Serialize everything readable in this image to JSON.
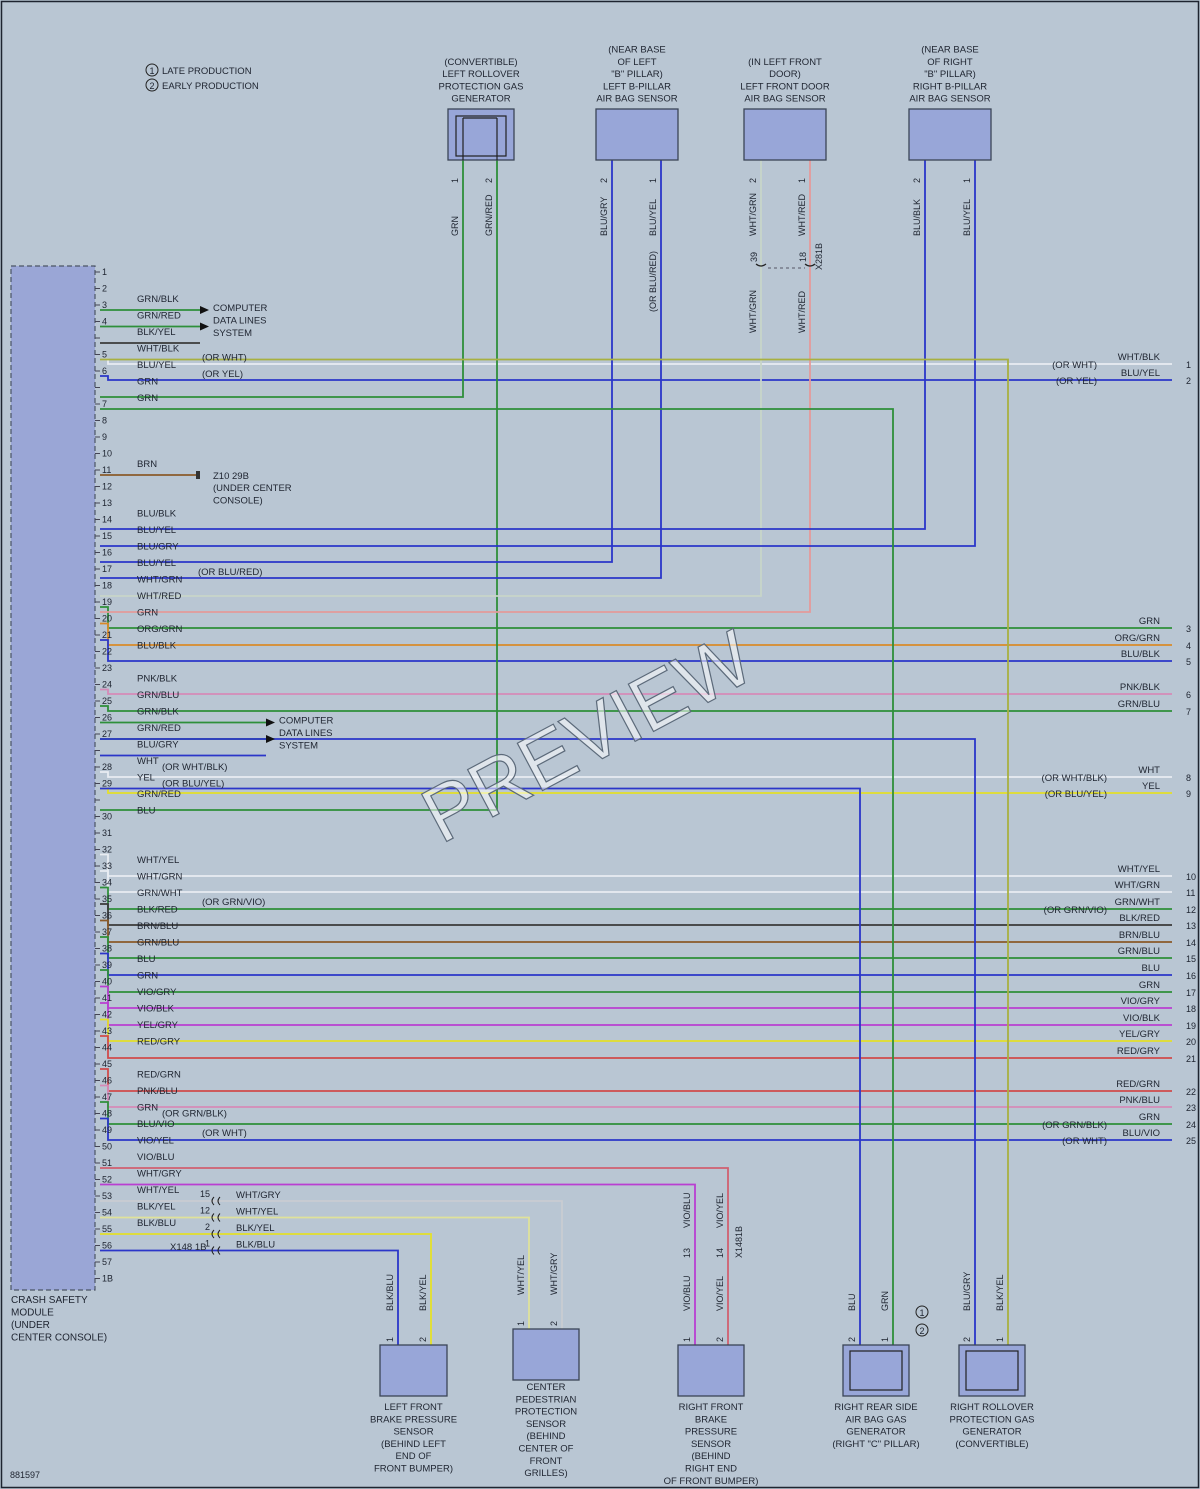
{
  "legend": [
    {
      "num": "1",
      "text": "LATE PRODUCTION"
    },
    {
      "num": "2",
      "text": "EARLY PRODUCTION"
    }
  ],
  "module": {
    "label": [
      "CRASH SAFETY",
      "MODULE",
      "(UNDER",
      "CENTER CONSOLE)"
    ]
  },
  "diagram_id": "881597",
  "watermark": "PREVIEW",
  "colors": {
    "background": "#b9c6d3",
    "module_fill": "#9aa6d6",
    "component_fill": "#98a6d8",
    "GRN": "#2e8f3a",
    "BLU": "#2b36c9",
    "RED": "#d04b4b",
    "VIO": "#b93fd1",
    "YEL": "#e4e02a",
    "WHT": "#e8ecf2",
    "BLK": "#3a3a3a",
    "ORG": "#d98a2a",
    "PNK": "#d58ab8",
    "BRN": "#8a5a2a",
    "GRY": "#8c949c"
  },
  "top_components": [
    {
      "id": "rollover-left",
      "title": [
        "(CONVERTIBLE)",
        "LEFT ROLLOVER",
        "PROTECTION GAS",
        "GENERATOR"
      ],
      "pins": [
        "1",
        "2"
      ],
      "wires": [
        "GRN",
        "GRN/RED"
      ]
    },
    {
      "id": "b-pillar-left",
      "title": [
        "(NEAR BASE",
        "OF LEFT",
        "\"B\" PILLAR)",
        "LEFT B-PILLAR",
        "AIR BAG SENSOR"
      ],
      "pins": [
        "2",
        "1"
      ],
      "wires": [
        "BLU/GRY",
        "BLU/YEL"
      ],
      "alt": "(OR BLU/RED)"
    },
    {
      "id": "door-left",
      "title": [
        "(IN LEFT FRONT",
        "DOOR)",
        "LEFT FRONT DOOR",
        "AIR BAG SENSOR"
      ],
      "pins": [
        "2",
        "1"
      ],
      "wires": [
        "WHT/GRN",
        "WHT/RED"
      ],
      "connector_pins": [
        "39",
        "18"
      ],
      "connector": "X281B"
    },
    {
      "id": "b-pillar-right",
      "title": [
        "(NEAR BASE",
        "OF RIGHT",
        "\"B\" PILLAR)",
        "RIGHT B-PILLAR",
        "AIR BAG SENSOR"
      ],
      "pins": [
        "2",
        "1"
      ],
      "wires": [
        "BLU/BLK",
        "BLU/YEL"
      ]
    }
  ],
  "bottom_components": [
    {
      "id": "brake-left",
      "title": [
        "LEFT FRONT",
        "BRAKE PRESSURE",
        "SENSOR",
        "(BEHIND LEFT",
        "END OF",
        "FRONT BUMPER)"
      ],
      "pins": [
        "1",
        "2"
      ],
      "wires": [
        "BLK/BLU",
        "BLK/YEL"
      ]
    },
    {
      "id": "pedestrian",
      "title": [
        "CENTER",
        "PEDESTRIAN",
        "PROTECTION",
        "SENSOR",
        "(BEHIND",
        "CENTER OF",
        "FRONT",
        "GRILLES)"
      ],
      "pins": [
        "1",
        "2"
      ],
      "wires": [
        "WHT/YEL",
        "WHT/GRY"
      ]
    },
    {
      "id": "brake-right",
      "title": [
        "RIGHT FRONT",
        "BRAKE",
        "PRESSURE",
        "SENSOR",
        "(BEHIND",
        "RIGHT END",
        "OF FRONT BUMPER)"
      ],
      "pins": [
        "1",
        "2"
      ],
      "wires": [
        "VIO/BLU",
        "VIO/YEL"
      ],
      "connector_pins": [
        "13",
        "14"
      ],
      "connector": "X1481B"
    },
    {
      "id": "rear-side",
      "title": [
        "RIGHT REAR SIDE",
        "AIR BAG GAS",
        "GENERATOR",
        "(RIGHT \"C\" PILLAR)"
      ],
      "pins": [
        "2",
        "1"
      ],
      "wires": [
        "BLU",
        "GRN"
      ],
      "markers": [
        "1",
        "2"
      ]
    },
    {
      "id": "rollover-right",
      "title": [
        "RIGHT ROLLOVER",
        "PROTECTION GAS",
        "GENERATOR",
        "(CONVERTIBLE)"
      ],
      "pins": [
        "2",
        "1"
      ],
      "wires": [
        "BLU/GRY",
        "BLK/YEL"
      ]
    }
  ],
  "module_pins": [
    {
      "pin": "1"
    },
    {
      "pin": "2"
    },
    {
      "pin": "3",
      "wire": "GRN/BLK"
    },
    {
      "pin": "4",
      "wire": "GRN/RED"
    },
    {
      "pin": "",
      "wire": "BLK/YEL"
    },
    {
      "pin": "5",
      "wire": "WHT/BLK",
      "alt": "(OR WHT)"
    },
    {
      "pin": "6",
      "wire": "BLU/YEL",
      "alt": "(OR YEL)"
    },
    {
      "pin": "",
      "wire": "GRN"
    },
    {
      "pin": "7",
      "wire": "GRN"
    },
    {
      "pin": "8"
    },
    {
      "pin": "9"
    },
    {
      "pin": "10"
    },
    {
      "pin": "11",
      "wire": "BRN"
    },
    {
      "pin": "12"
    },
    {
      "pin": "13"
    },
    {
      "pin": "14",
      "wire": "BLU/BLK"
    },
    {
      "pin": "15",
      "wire": "BLU/YEL"
    },
    {
      "pin": "16",
      "wire": "BLU/GRY"
    },
    {
      "pin": "17",
      "wire": "BLU/YEL",
      "alt": "(OR BLU/RED)"
    },
    {
      "pin": "18",
      "wire": "WHT/GRN"
    },
    {
      "pin": "19",
      "wire": "WHT/RED"
    },
    {
      "pin": "20",
      "wire": "GRN"
    },
    {
      "pin": "21",
      "wire": "ORG/GRN"
    },
    {
      "pin": "22",
      "wire": "BLU/BLK"
    },
    {
      "pin": "23"
    },
    {
      "pin": "24",
      "wire": "PNK/BLK"
    },
    {
      "pin": "25",
      "wire": "GRN/BLU"
    },
    {
      "pin": "26",
      "wire": "GRN/BLK"
    },
    {
      "pin": "27",
      "wire": "GRN/RED"
    },
    {
      "pin": "",
      "wire": "BLU/GRY"
    },
    {
      "pin": "28",
      "wire": "WHT",
      "alt": "(OR WHT/BLK)"
    },
    {
      "pin": "29",
      "wire": "YEL",
      "alt": "(OR BLU/YEL)"
    },
    {
      "pin": "",
      "wire": "GRN/RED"
    },
    {
      "pin": "30",
      "wire": "BLU"
    },
    {
      "pin": "31"
    },
    {
      "pin": "32"
    },
    {
      "pin": "33",
      "wire": "WHT/YEL"
    },
    {
      "pin": "34",
      "wire": "WHT/GRN"
    },
    {
      "pin": "35",
      "wire": "GRN/WHT",
      "alt": "(OR GRN/VIO)"
    },
    {
      "pin": "36",
      "wire": "BLK/RED"
    },
    {
      "pin": "37",
      "wire": "BRN/BLU"
    },
    {
      "pin": "38",
      "wire": "GRN/BLU"
    },
    {
      "pin": "39",
      "wire": "BLU"
    },
    {
      "pin": "40",
      "wire": "GRN"
    },
    {
      "pin": "41",
      "wire": "VIO/GRY"
    },
    {
      "pin": "42",
      "wire": "VIO/BLK"
    },
    {
      "pin": "43",
      "wire": "YEL/GRY"
    },
    {
      "pin": "44",
      "wire": "RED/GRY"
    },
    {
      "pin": "45"
    },
    {
      "pin": "46",
      "wire": "RED/GRN"
    },
    {
      "pin": "47",
      "wire": "PNK/BLU"
    },
    {
      "pin": "48",
      "wire": "GRN",
      "alt": "(OR GRN/BLK)"
    },
    {
      "pin": "49",
      "wire": "BLU/VIO",
      "alt": "(OR WHT)"
    },
    {
      "pin": "50",
      "wire": "VIO/YEL"
    },
    {
      "pin": "51",
      "wire": "VIO/BLU"
    },
    {
      "pin": "52",
      "wire": "WHT/GRY"
    },
    {
      "pin": "53",
      "wire": "WHT/YEL"
    },
    {
      "pin": "54",
      "wire": "BLK/YEL"
    },
    {
      "pin": "55",
      "wire": "BLK/BLU"
    },
    {
      "pin": "56"
    },
    {
      "pin": "57"
    },
    {
      "pin": "1B"
    }
  ],
  "computer_data_lines": [
    "COMPUTER",
    "DATA LINES",
    "SYSTEM"
  ],
  "ground": {
    "id": "Z10 29B",
    "note": [
      "(UNDER CENTER",
      "CONSOLE)"
    ]
  },
  "lower_connector": {
    "name": "X148 1B",
    "pins": [
      {
        "num": "15",
        "wire": "WHT/GRY"
      },
      {
        "num": "12",
        "wire": "WHT/YEL"
      },
      {
        "num": "2",
        "wire": "BLK/YEL"
      },
      {
        "num": "1",
        "wire": "BLK/BLU"
      }
    ]
  },
  "right_pins": [
    {
      "num": "1",
      "wire": "WHT/BLK",
      "alt": "(OR WHT)"
    },
    {
      "num": "2",
      "wire": "BLU/YEL",
      "alt": "(OR YEL)"
    },
    {
      "num": "3",
      "wire": "GRN"
    },
    {
      "num": "4",
      "wire": "ORG/GRN"
    },
    {
      "num": "5",
      "wire": "BLU/BLK"
    },
    {
      "num": "6",
      "wire": "PNK/BLK"
    },
    {
      "num": "7",
      "wire": "GRN/BLU"
    },
    {
      "num": "8",
      "wire": "WHT",
      "alt": "(OR WHT/BLK)"
    },
    {
      "num": "9",
      "wire": "YEL",
      "alt": "(OR BLU/YEL)"
    },
    {
      "num": "10",
      "wire": "WHT/YEL"
    },
    {
      "num": "11",
      "wire": "WHT/GRN"
    },
    {
      "num": "12",
      "wire": "GRN/WHT",
      "alt": "(OR GRN/VIO)"
    },
    {
      "num": "13",
      "wire": "BLK/RED"
    },
    {
      "num": "14",
      "wire": "BRN/BLU"
    },
    {
      "num": "15",
      "wire": "GRN/BLU"
    },
    {
      "num": "16",
      "wire": "BLU"
    },
    {
      "num": "17",
      "wire": "GRN"
    },
    {
      "num": "18",
      "wire": "VIO/GRY"
    },
    {
      "num": "19",
      "wire": "VIO/BLK"
    },
    {
      "num": "20",
      "wire": "YEL/GRY"
    },
    {
      "num": "21",
      "wire": "RED/GRY"
    },
    {
      "num": "22",
      "wire": "RED/GRN"
    },
    {
      "num": "23",
      "wire": "PNK/BLU"
    },
    {
      "num": "24",
      "wire": "GRN",
      "alt": "(OR GRN/BLK)"
    },
    {
      "num": "25",
      "wire": "BLU/VIO",
      "alt": "(OR WHT)"
    }
  ]
}
